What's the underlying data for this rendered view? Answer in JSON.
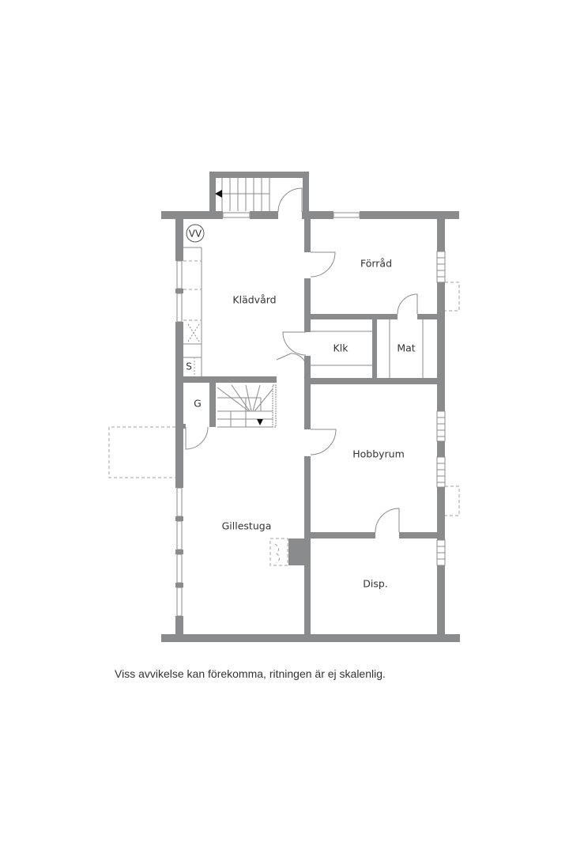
{
  "floorplan": {
    "rooms": [
      {
        "id": "kladvard",
        "label": "Klädvård"
      },
      {
        "id": "forrad",
        "label": "Förråd"
      },
      {
        "id": "klk",
        "label": "Klk"
      },
      {
        "id": "mat",
        "label": "Mat"
      },
      {
        "id": "g",
        "label": "G"
      },
      {
        "id": "hobbyrum",
        "label": "Hobbyrum"
      },
      {
        "id": "gillestuga",
        "label": "Gillestuga"
      },
      {
        "id": "disp",
        "label": "Disp."
      }
    ],
    "fixtures": {
      "water_heater": "VV",
      "sink": "S"
    },
    "colors": {
      "wall": "#8a8b8c",
      "text": "#333333",
      "background": "#ffffff"
    }
  },
  "disclaimer": "Viss avvikelse kan förekomma, ritningen är ej skalenlig."
}
